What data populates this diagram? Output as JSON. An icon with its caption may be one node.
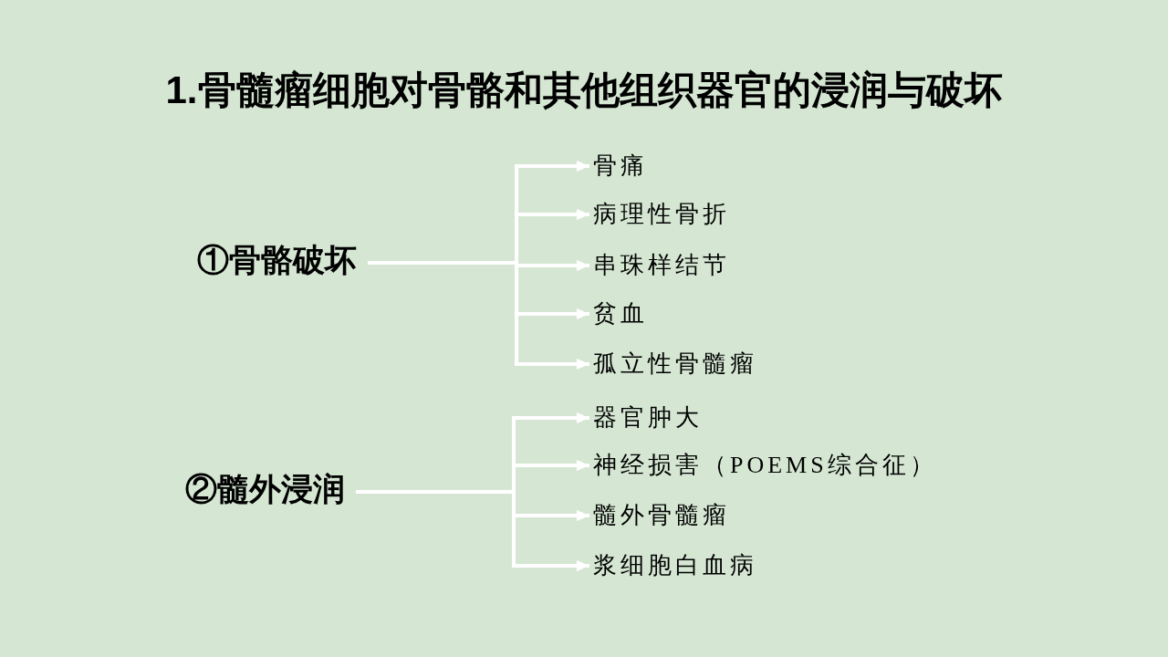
{
  "diagram": {
    "title": "1.骨髓瘤细胞对骨骼和其他组织器官的浸润与破坏",
    "nodes": [
      {
        "text": [
          "①骨骼破坏"
        ]
      },
      {
        "text": [
          "骨痛"
        ]
      },
      {
        "text": [
          "病理性骨折"
        ]
      },
      {
        "text": [
          "串珠样结节"
        ]
      },
      {
        "text": [
          "贫血"
        ]
      },
      {
        "text": [
          "孤立性骨髓瘤"
        ]
      },
      {
        "text": [
          "②髓外浸润"
        ]
      },
      {
        "text": [
          "器官肿大"
        ]
      },
      {
        "text": [
          "神经损害（POEMS综合征）"
        ]
      },
      {
        "text": [
          "髓外骨髓瘤"
        ]
      },
      {
        "text": [
          "浆细胞白血病"
        ]
      }
    ],
    "edges": [
      {
        "from": 0,
        "to": 1,
        "arrow": "to"
      },
      {
        "from": 0,
        "to": 2,
        "arrow": "to"
      },
      {
        "from": 0,
        "to": 3,
        "arrow": "to"
      },
      {
        "from": 0,
        "to": 4,
        "arrow": "to"
      },
      {
        "from": 0,
        "to": 5,
        "arrow": "to"
      },
      {
        "from": 6,
        "to": 7,
        "arrow": "to"
      },
      {
        "from": 6,
        "to": 8,
        "arrow": "to"
      },
      {
        "from": 6,
        "to": 9,
        "arrow": "to"
      },
      {
        "from": 6,
        "to": 10,
        "arrow": "to"
      }
    ]
  }
}
